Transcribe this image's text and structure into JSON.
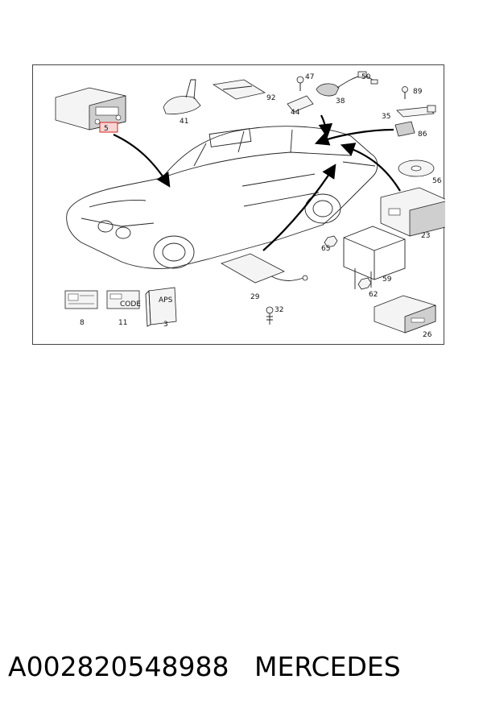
{
  "diagram": {
    "callouts": {
      "c5": "5",
      "c41": "41",
      "c92": "92",
      "c47": "47",
      "c44": "44",
      "c50": "50",
      "c38": "38",
      "c89": "89",
      "c35": "35",
      "c86": "86",
      "c56": "56",
      "c23": "23",
      "c65": "65",
      "c59": "59",
      "c62": "62",
      "c29": "29",
      "c32": "32",
      "c26": "26",
      "c8": "8",
      "c11": "11",
      "c3": "3"
    },
    "highlighted_part": "5",
    "highlight_color": "#d42020",
    "manual_cover_text": "APS",
    "code_card_text": "CODE"
  },
  "footer": {
    "part_number": "A002820548988",
    "brand": "MERCEDES"
  }
}
